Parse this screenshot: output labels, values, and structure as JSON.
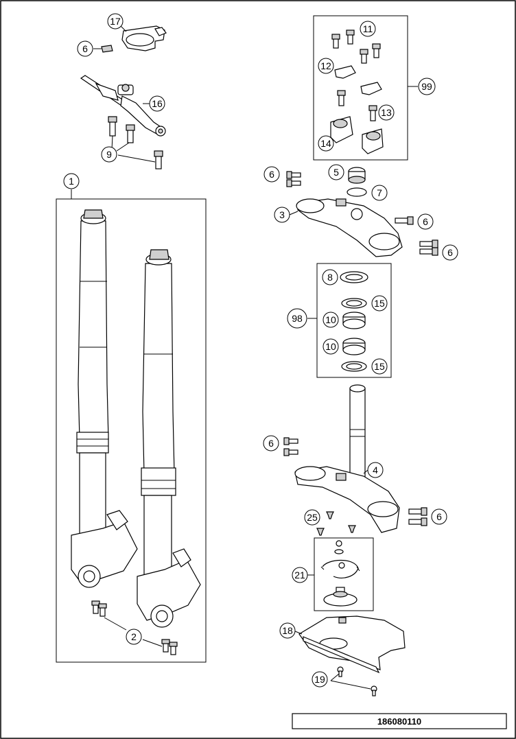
{
  "document_number": "186080110",
  "callouts": {
    "c17": "17",
    "c6a": "6",
    "c16": "16",
    "c9": "9",
    "c1": "1",
    "c2": "2",
    "c11": "11",
    "c12": "12",
    "c13": "13",
    "c14": "14",
    "c99": "99",
    "c6b": "6",
    "c5": "5",
    "c7": "7",
    "c3": "3",
    "c6c": "6",
    "c6d": "6",
    "c8": "8",
    "c15a": "15",
    "c98": "98",
    "c10a": "10",
    "c10b": "10",
    "c15b": "15",
    "c6e": "6",
    "c4": "4",
    "c6f": "6",
    "c25": "25",
    "c21": "21",
    "c18": "18",
    "c19": "19"
  }
}
